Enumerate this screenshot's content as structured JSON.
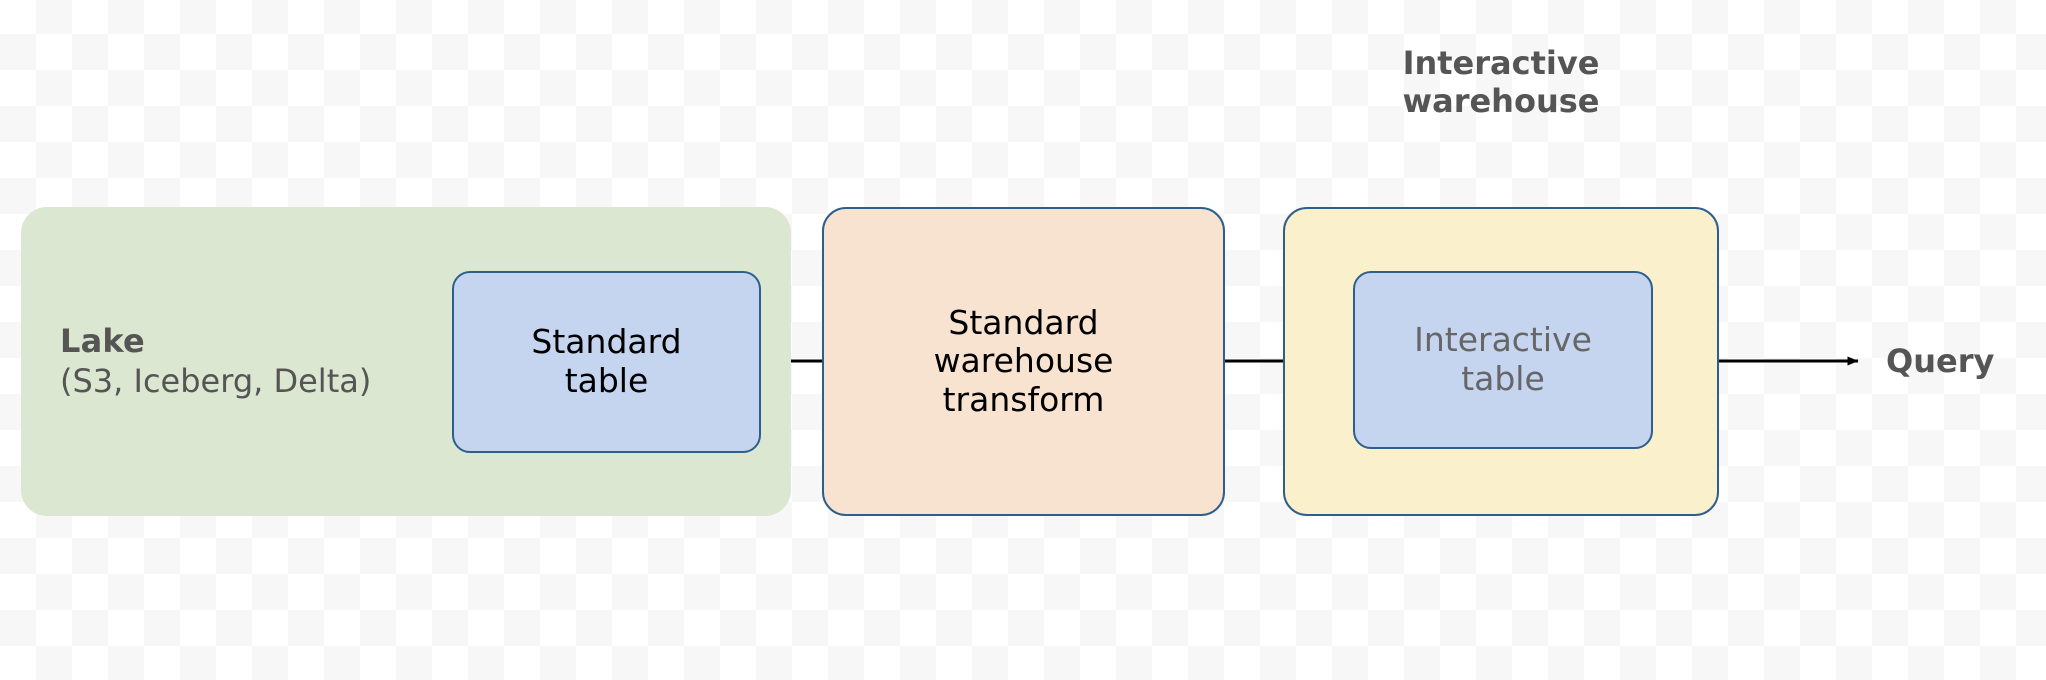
{
  "diagram": {
    "title": "Lake to interactive warehouse data pipeline",
    "background": "transparency-checkerboard",
    "colors": {
      "lake_fill": "#dce7d1",
      "table_fill": "#c6d5ef",
      "transform_fill": "#f8e3d0",
      "warehouse_fill": "#faf0cb",
      "stroke": "#2c5f8e",
      "label_gray": "#555555",
      "muted_text": "#666666",
      "connector": "#000000"
    },
    "nodes": {
      "lake": {
        "title": "Lake",
        "subtitle": "(S3, Iceberg, Delta)"
      },
      "standard_table": {
        "label": "Standard\ntable"
      },
      "warehouse_transform": {
        "label": "Standard\nwarehouse\ntransform"
      },
      "interactive_warehouse": {
        "heading": "Interactive\nwarehouse"
      },
      "interactive_table": {
        "label": "Interactive\ntable"
      },
      "query": {
        "label": "Query"
      }
    },
    "connectors": [
      {
        "name": "standard-table-to-warehouse-transform",
        "from": "standard_table",
        "to": "warehouse_transform",
        "arrowhead": false
      },
      {
        "name": "warehouse-transform-to-interactive-table",
        "from": "warehouse_transform",
        "to": "interactive_table",
        "arrowhead": true
      },
      {
        "name": "interactive-warehouse-to-query",
        "from": "interactive_warehouse",
        "to": "query",
        "arrowhead": true
      }
    ]
  }
}
